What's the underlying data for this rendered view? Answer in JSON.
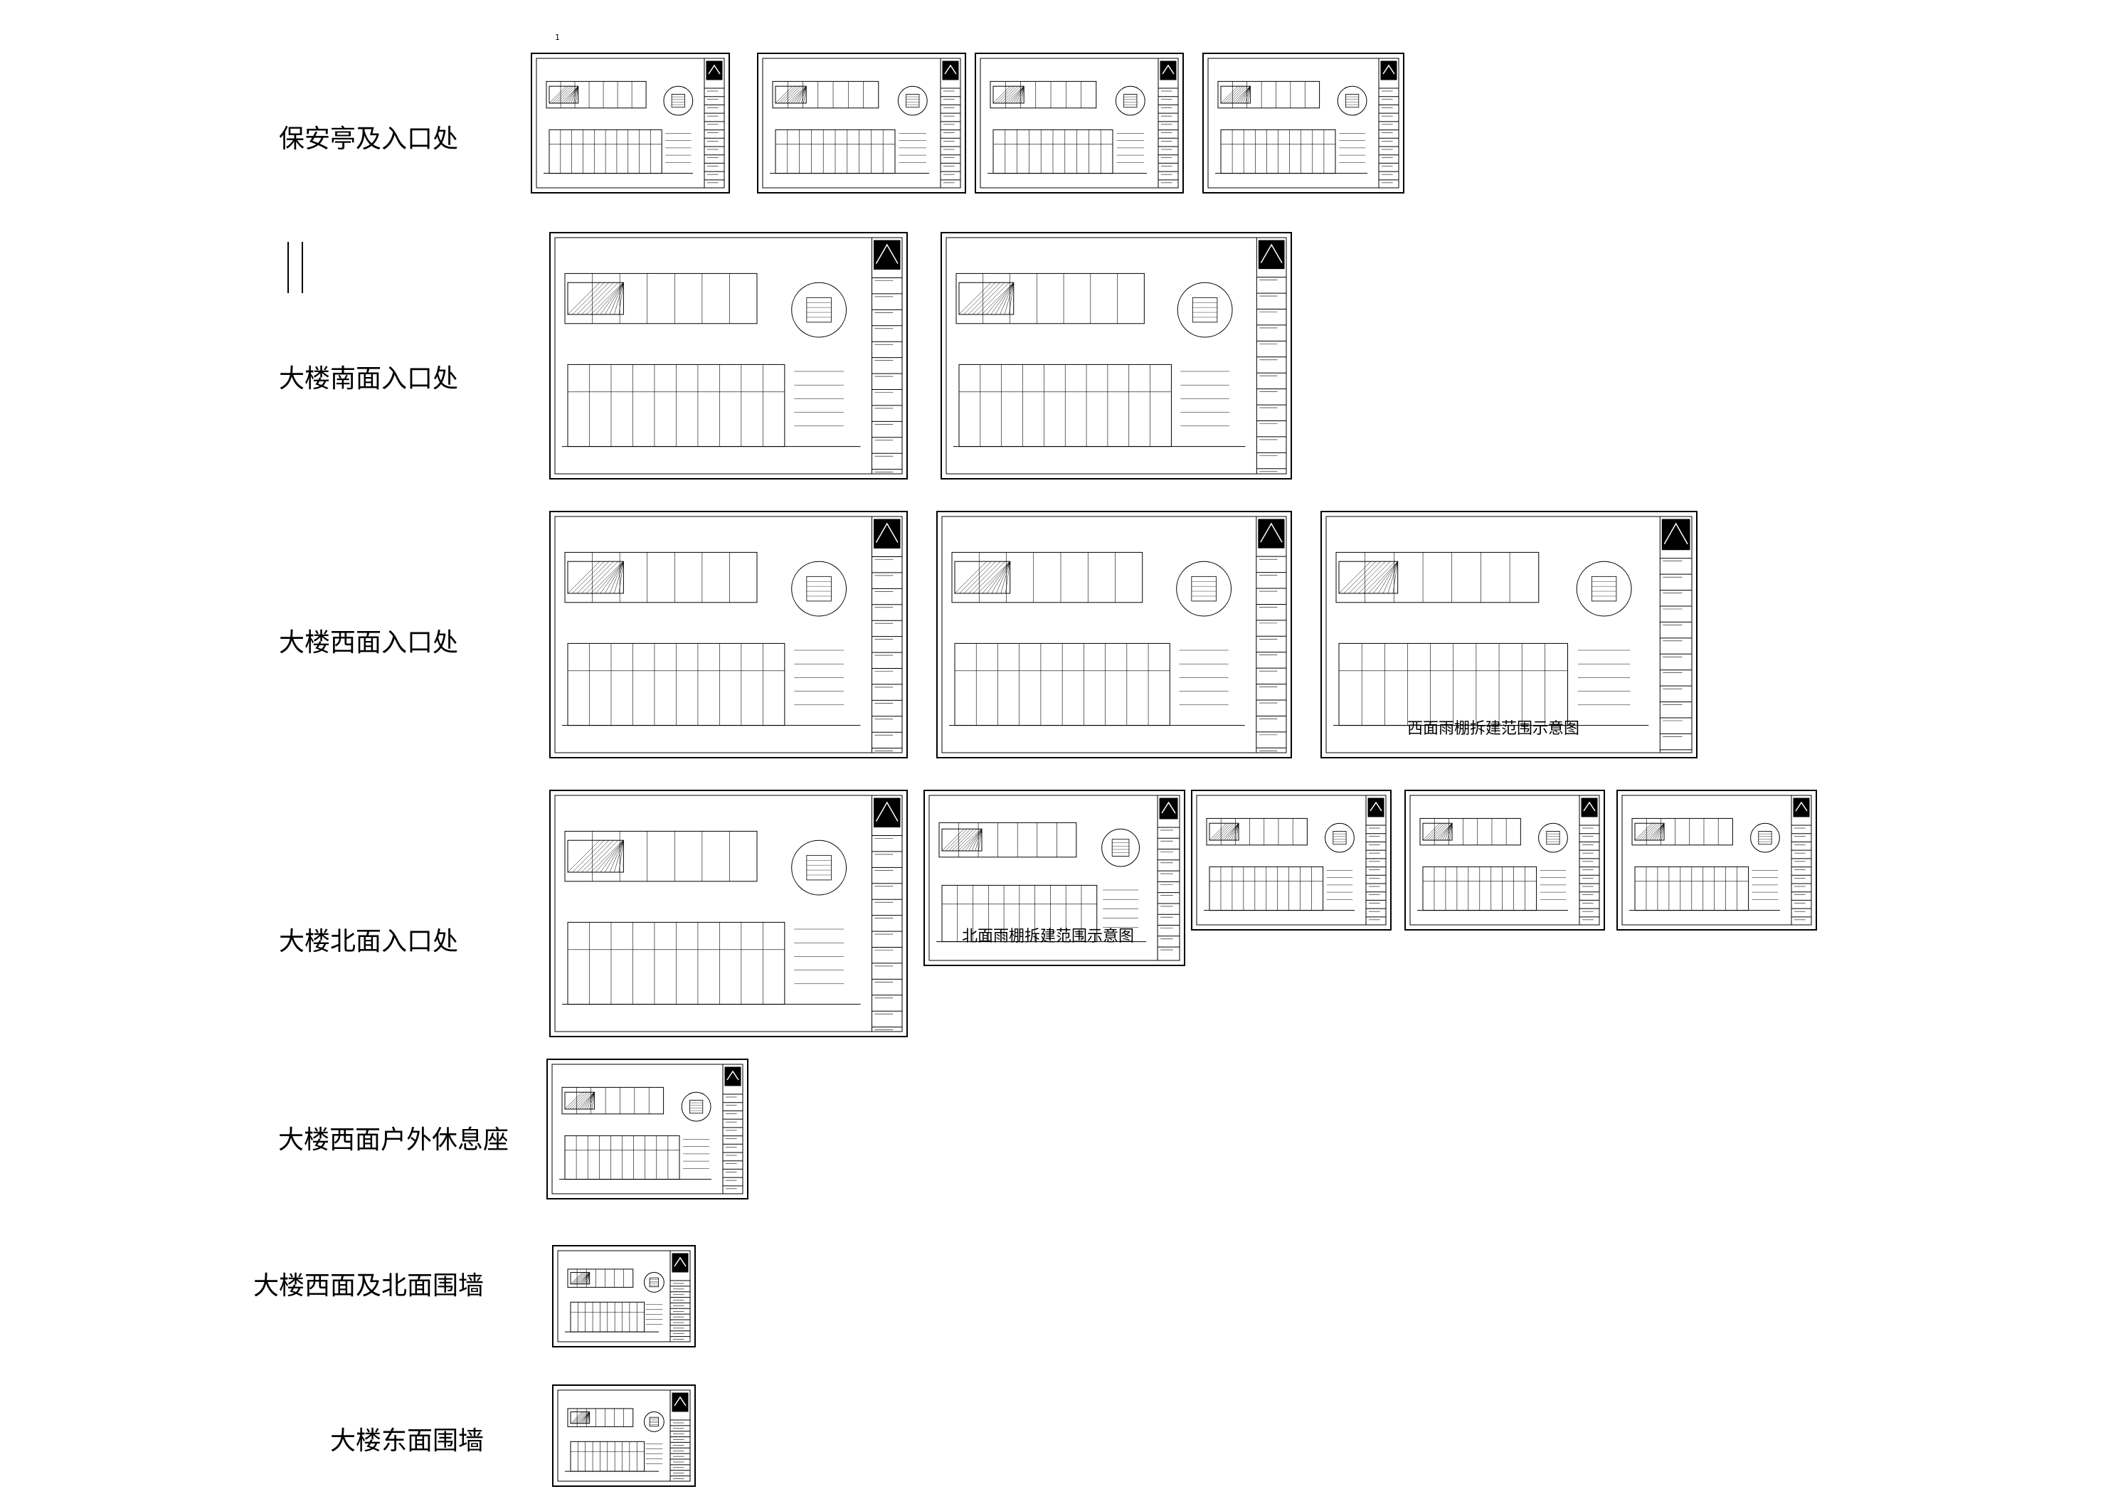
{
  "page_number": "1",
  "rows": [
    {
      "label": "保安亭及入口处"
    },
    {
      "label": "大楼南面入口处"
    },
    {
      "label": "大楼西面入口处"
    },
    {
      "label": "大楼北面入口处"
    },
    {
      "label": "大楼西面户外休息座"
    },
    {
      "label": "大楼西面及北面围墙"
    },
    {
      "label": "大楼东面围墙"
    }
  ],
  "sheet_notes": {
    "west_canopy": "西面雨棚拆建范围示意图",
    "north_canopy": "北面雨棚拆建范围示意图"
  }
}
